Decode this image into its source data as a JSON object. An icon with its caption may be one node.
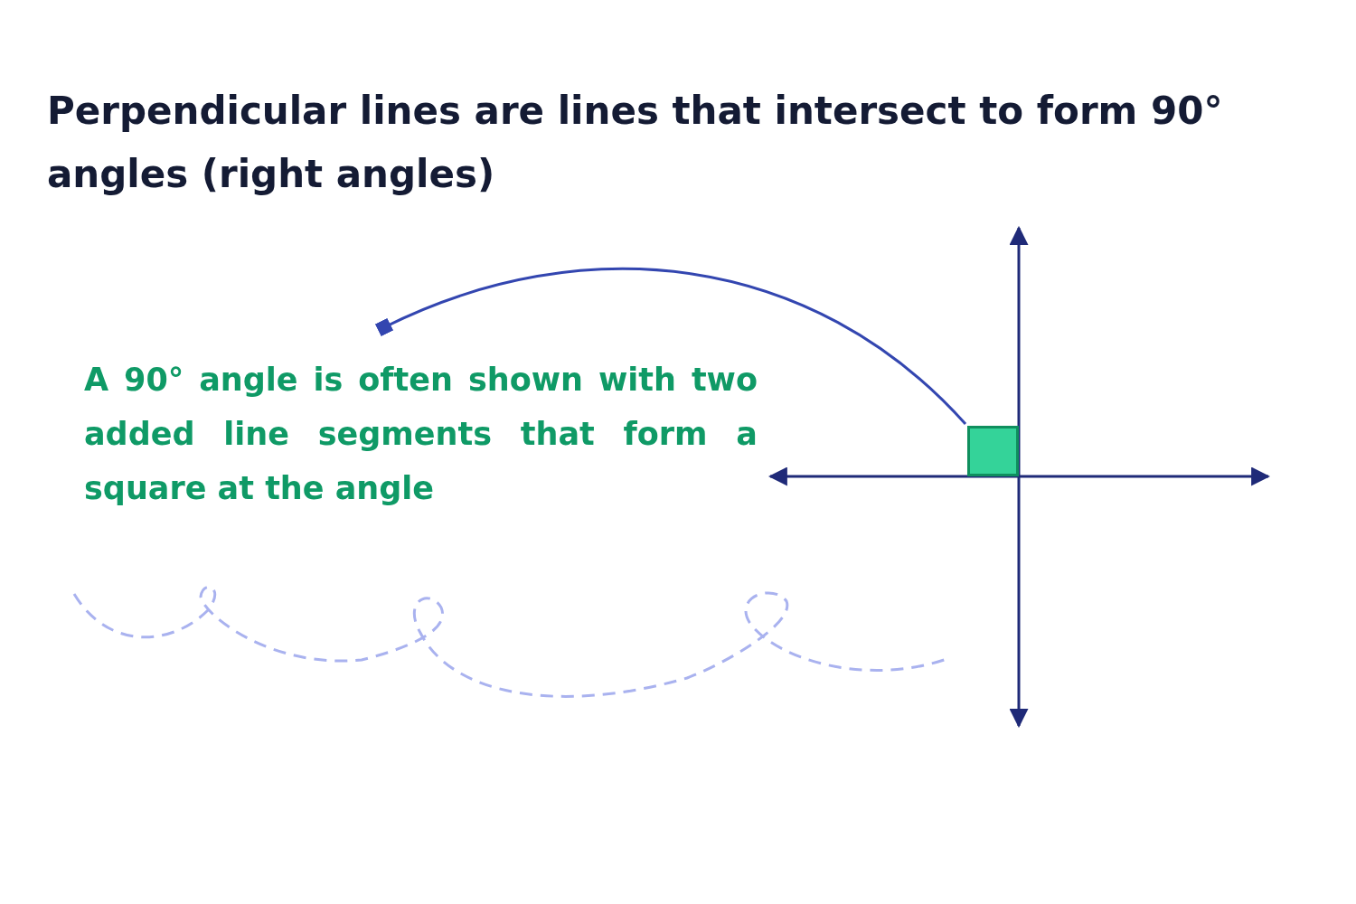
{
  "diagram": {
    "title": "Perpendicular lines are lines that intersect to form 90° angles (right angles)",
    "nodes": [
      {
        "text": [
          "A 90° angle is often shown with two added line segments that form a square at the angle"
        ]
      },
      {
        "text": [],
        "shape": "box"
      }
    ],
    "edges": [
      {
        "from": 0,
        "to": 1,
        "arrow": "other"
      }
    ]
  }
}
